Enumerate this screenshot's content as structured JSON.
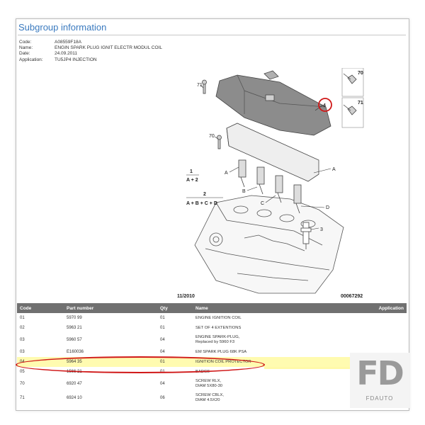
{
  "header": {
    "title": "Subgroup information"
  },
  "meta": [
    {
      "key": "Code:",
      "value": "A08559F18A"
    },
    {
      "key": "Name:",
      "value": "ENGIN SPARK PLUG IGNIT ELECTR MODUL COIL"
    },
    {
      "key": "Date:",
      "value": "24.09.2011"
    },
    {
      "key": "Application:",
      "value": "TU5JP4 INJECTION"
    }
  ],
  "diagram": {
    "labels": {
      "l71": "71",
      "l70": "70",
      "l4": "4",
      "l3": "3",
      "lA": "A",
      "lB": "B",
      "lC": "C",
      "lD": "D",
      "k70": "70",
      "k71": "71",
      "n1": "1",
      "n1f": "A + 2",
      "n2": "2",
      "n2f": "A + B + C + D",
      "date": "11/2010",
      "ref": "00067292"
    }
  },
  "table": {
    "headers": {
      "code": "Code",
      "part": "Part number",
      "qty": "Qty",
      "name": "Name",
      "app": "Application"
    },
    "rows": [
      {
        "code": "01",
        "part": "5970 99",
        "qty": "01",
        "name": "ENGINE IGNITION COIL"
      },
      {
        "code": "02",
        "part": "5963 21",
        "qty": "01",
        "name": "SET OF 4 EXTENTIONS"
      },
      {
        "code": "03",
        "part": "5960 57",
        "qty": "04",
        "name": "ENGINE SPARK-PLUG,",
        "name2": "Replaced by 5960 F3"
      },
      {
        "code": "03",
        "part": "E160036",
        "qty": "04",
        "name": "EM  SPARK PLUG 68K PSA"
      },
      {
        "code": "04",
        "part": "5964 35",
        "qty": "01",
        "name": "IGNITION COIL PROTECTOR"
      },
      {
        "code": "05",
        "part": "1566 21",
        "qty": "01",
        "name": "BADGE"
      },
      {
        "code": "70",
        "part": "6920 47",
        "qty": "04",
        "name": "SCREW RLX,",
        "name2": "DIAM 5X80-30"
      },
      {
        "code": "71",
        "part": "6924 10",
        "qty": "06",
        "name": "SCREW CBLX,",
        "name2": "DIAM 4.5X20"
      }
    ]
  },
  "watermark": {
    "logo": "FD",
    "brand": "FDAUTO"
  },
  "colors": {
    "title": "#3a7abf",
    "header_bg": "#707070",
    "highlight": "#fffbb0",
    "circle": "#d01818"
  }
}
